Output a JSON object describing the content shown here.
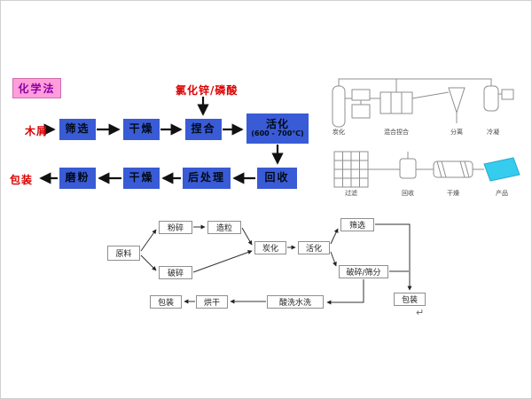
{
  "chem_flow": {
    "method": "化学法",
    "reagent": "氯化锌/磷酸",
    "input": "木屑",
    "output": "包装",
    "steps_top": [
      "筛选",
      "干燥",
      "捏合"
    ],
    "activation_line1": "活化",
    "activation_line2": "(600 - 700℃)",
    "steps_bottom": [
      "回收",
      "后处理",
      "干燥",
      "磨粉"
    ]
  },
  "equipment": {
    "top_labels": [
      "炭化",
      "混合捏合",
      "分离",
      "冷凝"
    ],
    "bottom_labels": [
      "过滤",
      "回收",
      "干燥",
      "产品"
    ]
  },
  "phys_flow": {
    "raw": "原料",
    "pulverize": "粉碎",
    "granulate": "造粒",
    "crush": "破碎",
    "carbonize": "炭化",
    "activate": "活化",
    "sieve": "筛选",
    "crush_sieve": "破碎/筛分",
    "pack_right": "包装",
    "acid_wash": "酸洗水洗",
    "dry": "烘干",
    "pack_left": "包装",
    "return_mark": "↵"
  },
  "colors": {
    "step_box_blue": "#3a5bd6",
    "method_pink": "#ff9ddd",
    "method_text_purple": "#8a00a0",
    "red_text": "#dd0000",
    "product_cyan": "#35ccee"
  }
}
